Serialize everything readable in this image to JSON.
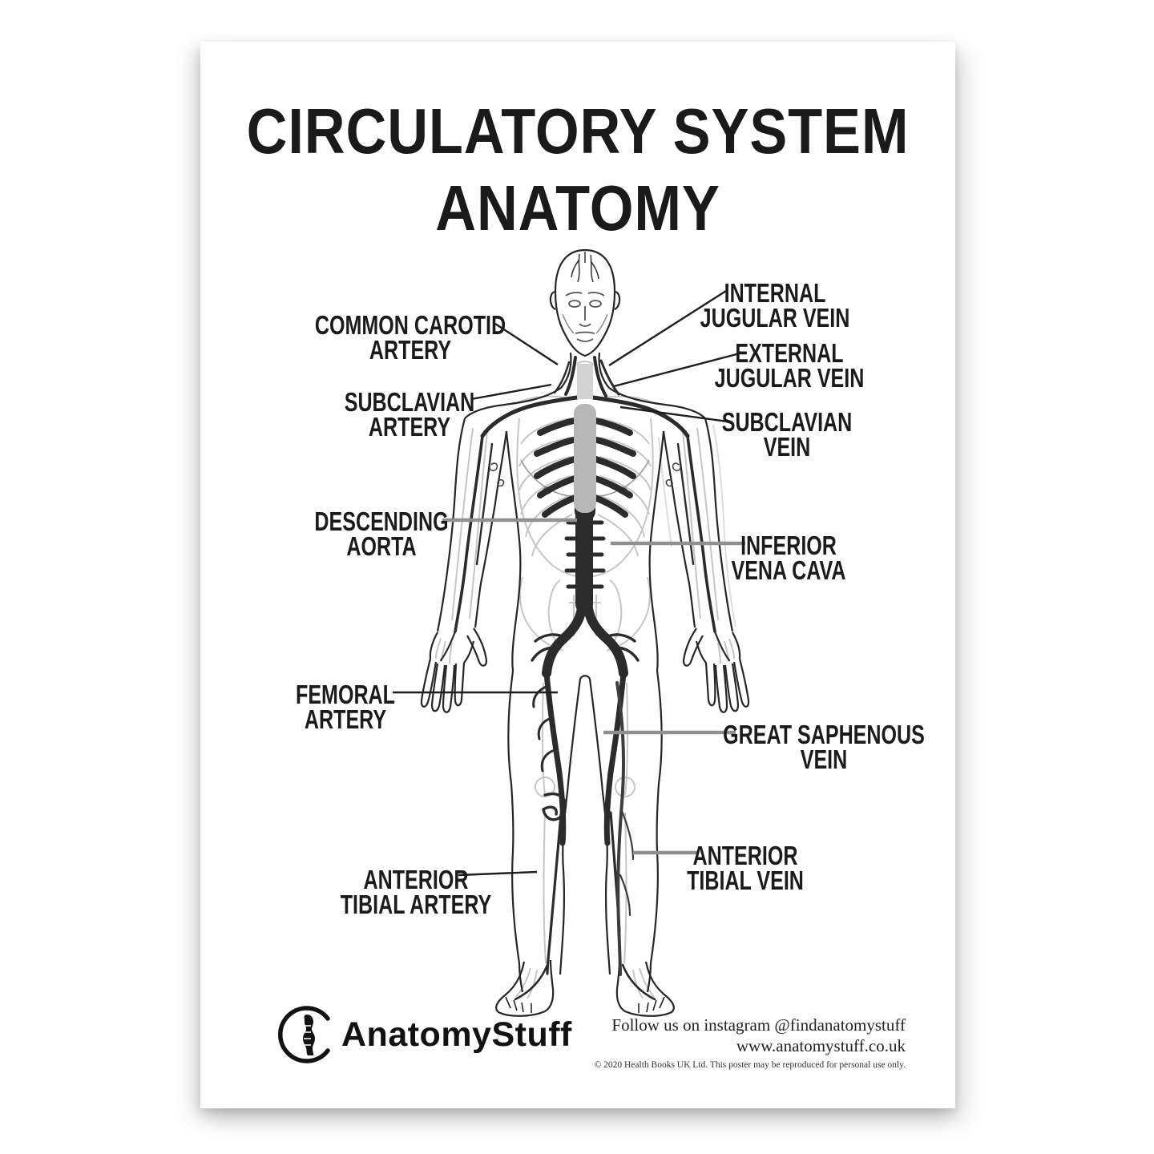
{
  "title": {
    "line1": "CIRCULATORY SYSTEM",
    "line2": "ANATOMY"
  },
  "labels": {
    "common_carotid": {
      "line1": "COMMON CAROTID",
      "line2": "ARTERY"
    },
    "subclavian_artery": {
      "line1": "SUBCLAVIAN",
      "line2": "ARTERY"
    },
    "descending_aorta": {
      "line1": "DESCENDING",
      "line2": "AORTA"
    },
    "femoral_artery": {
      "line1": "FEMORAL",
      "line2": "ARTERY"
    },
    "anterior_tibial_artery": {
      "line1": "ANTERIOR",
      "line2": "TIBIAL ARTERY"
    },
    "internal_jugular": {
      "line1": "INTERNAL",
      "line2": "JUGULAR VEIN"
    },
    "external_jugular": {
      "line1": "EXTERNAL",
      "line2": "JUGULAR VEIN"
    },
    "subclavian_vein": {
      "line1": "SUBCLAVIAN",
      "line2": "VEIN"
    },
    "inferior_vena_cava": {
      "line1": "INFERIOR",
      "line2": "VENA CAVA"
    },
    "great_saphenous": {
      "line1": "GREAT SAPHENOUS",
      "line2": "VEIN"
    },
    "anterior_tibial_vein": {
      "line1": "ANTERIOR",
      "line2": "TIBIAL VEIN"
    }
  },
  "footer": {
    "brand": "AnatomyStuff",
    "instagram": "Follow us on instagram @findanatomystuff",
    "website": "www.anatomystuff.co.uk",
    "copyright": "© 2020 Health Books UK Ltd. This poster may be reproduced for personal use only."
  },
  "colors": {
    "ink": "#1a1a1a",
    "vessel_dark": "#2b2b2b",
    "leader_gray": "#909090",
    "bone_gray": "#c6c6c6",
    "sternum_gray": "#b7b7b7"
  }
}
